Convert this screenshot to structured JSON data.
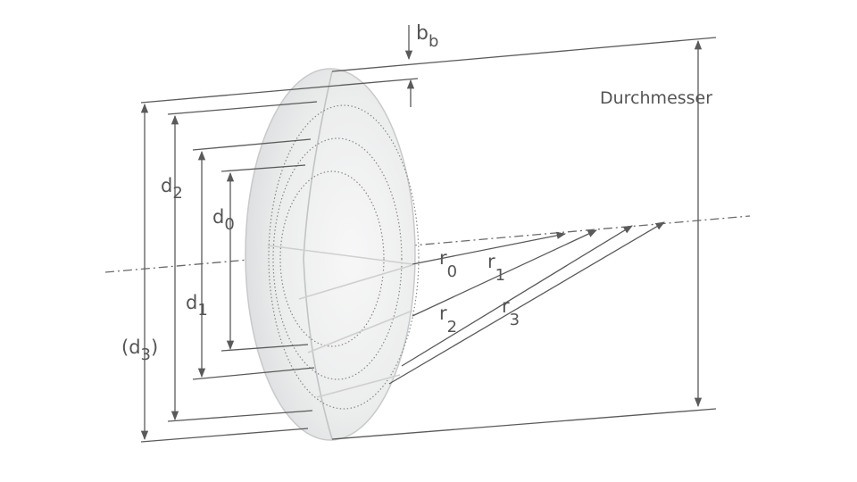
{
  "labels": {
    "bb": {
      "main": "b",
      "sub": "b"
    },
    "durchmesser": "Durchmesser",
    "d0": {
      "main": "d",
      "sub": "0"
    },
    "d1": {
      "main": "d",
      "sub": "1"
    },
    "d2": {
      "main": "d",
      "sub": "2"
    },
    "d3": {
      "open": "(",
      "main": "d",
      "sub": "3",
      "close": ")"
    },
    "r0": {
      "main": "r",
      "sub": "0"
    },
    "r1": {
      "main": "r",
      "sub": "1"
    },
    "r2": {
      "main": "r",
      "sub": "2"
    },
    "r3": {
      "main": "r",
      "sub": "3"
    }
  },
  "colors": {
    "lens_fill": "#e8e9eb",
    "line": "#5a5a5a",
    "text": "#555555"
  }
}
